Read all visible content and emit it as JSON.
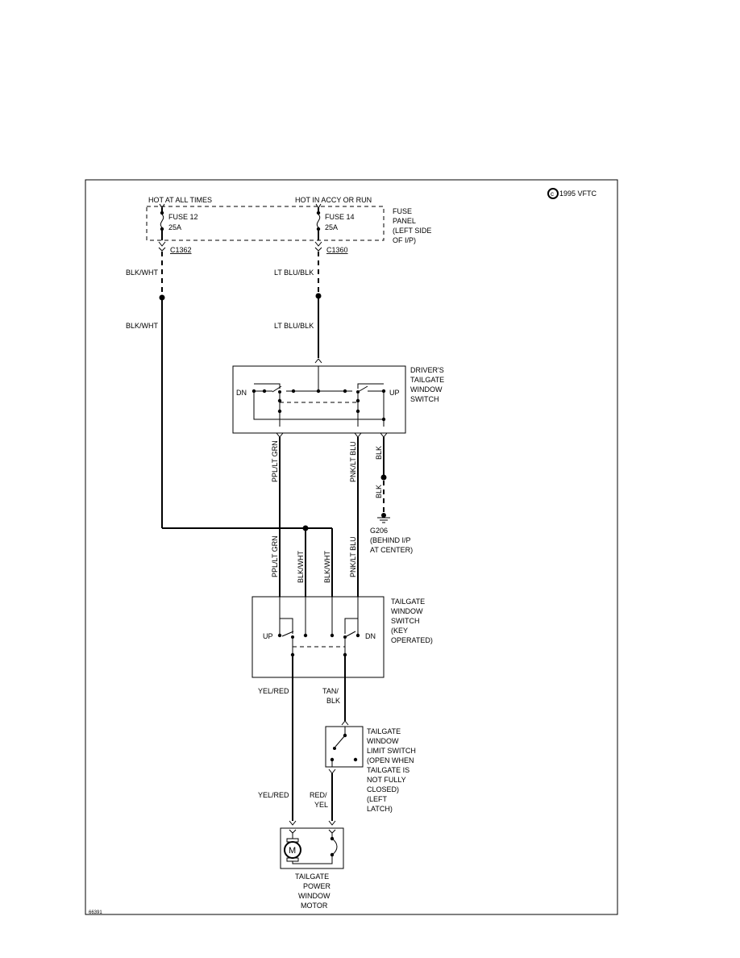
{
  "copyright": "1995 VFTC",
  "figure_id": "66391",
  "fuse_panel": {
    "hot_always": "HOT AT ALL TIMES",
    "hot_accy": "HOT IN ACCY OR RUN",
    "fuse12_name": "FUSE 12",
    "fuse12_rating": "25A",
    "fuse14_name": "FUSE 14",
    "fuse14_rating": "25A",
    "label": [
      "FUSE",
      "PANEL",
      "(LEFT SIDE",
      "OF I/P)"
    ]
  },
  "connectors": {
    "left": "C1362",
    "right": "C1360"
  },
  "wires": {
    "blk_wht": "BLK/WHT",
    "lt_blu_blk": "LT BLU/BLK",
    "ppl_lt_grn": "PPL/LT GRN",
    "pnk_lt_blu": "PNK/LT BLU",
    "blk": "BLK",
    "yel_red": "YEL/RED",
    "tan_blk": [
      "TAN/",
      "BLK"
    ],
    "red_yel": [
      "RED/",
      "YEL"
    ]
  },
  "drivers_switch": {
    "label": [
      "DRIVER'S",
      "TAILGATE",
      "WINDOW",
      "SWITCH"
    ],
    "dn": "DN",
    "up": "UP"
  },
  "ground": {
    "label": [
      "G206",
      "(BEHIND I/P",
      "AT CENTER)"
    ]
  },
  "tailgate_switch": {
    "label": [
      "TAILGATE",
      "WINDOW",
      "SWITCH",
      "(KEY",
      "OPERATED)"
    ],
    "up": "UP",
    "dn": "DN"
  },
  "limit_switch": {
    "label": [
      "TAILGATE",
      "WINDOW",
      "LIMIT SWITCH",
      "(OPEN WHEN",
      "TAILGATE IS",
      "NOT FULLY",
      "CLOSED)",
      "(LEFT",
      "LATCH)"
    ]
  },
  "motor": {
    "symbol": "M",
    "label": [
      "TAILGATE",
      "POWER",
      "WINDOW",
      "MOTOR"
    ]
  }
}
